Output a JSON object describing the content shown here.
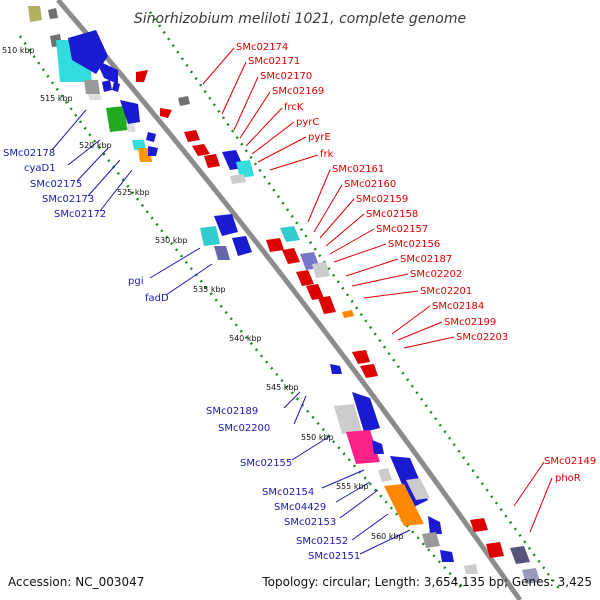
{
  "title": "Sinorhizobium meliloti 1021, complete genome",
  "accession": "Accession: NC_003047",
  "summary": "Topology: circular; Length: 3,654,135 bp; Genes: 3,425",
  "kbp_ticks": [
    "510 kbp",
    "515 kbp",
    "520 kbp",
    "525 kbp",
    "530 kbp",
    "535 kbp",
    "540 kbp",
    "545 kbp",
    "550 kbp",
    "555 kbp",
    "560 kbp"
  ],
  "labels_forward": [
    "SMc02174",
    "SMc02171",
    "SMc02170",
    "SMc02169",
    "frcK",
    "pyrC",
    "pyrE",
    "frk",
    "SMc02161",
    "SMc02160",
    "SMc02159",
    "SMc02158",
    "SMc02157",
    "SMc02156",
    "SMc02187",
    "SMc02202",
    "SMc02201",
    "SMc02184",
    "SMc02199",
    "SMc02203",
    "SMc02149",
    "phoR"
  ],
  "labels_reverse": [
    "SMc02178",
    "cyaD1",
    "SMc02175",
    "SMc02173",
    "SMc02172",
    "pgi",
    "fadD",
    "SMc02189",
    "SMc02200",
    "SMc02155",
    "SMc02154",
    "SMc04429",
    "SMc02153",
    "SMc02152",
    "SMc02151"
  ],
  "colors": {
    "backbone": "#8c8c8c",
    "ring": "#1a8a1a",
    "forward_label": "#dd0000",
    "reverse_label": "#1a1ab0"
  }
}
